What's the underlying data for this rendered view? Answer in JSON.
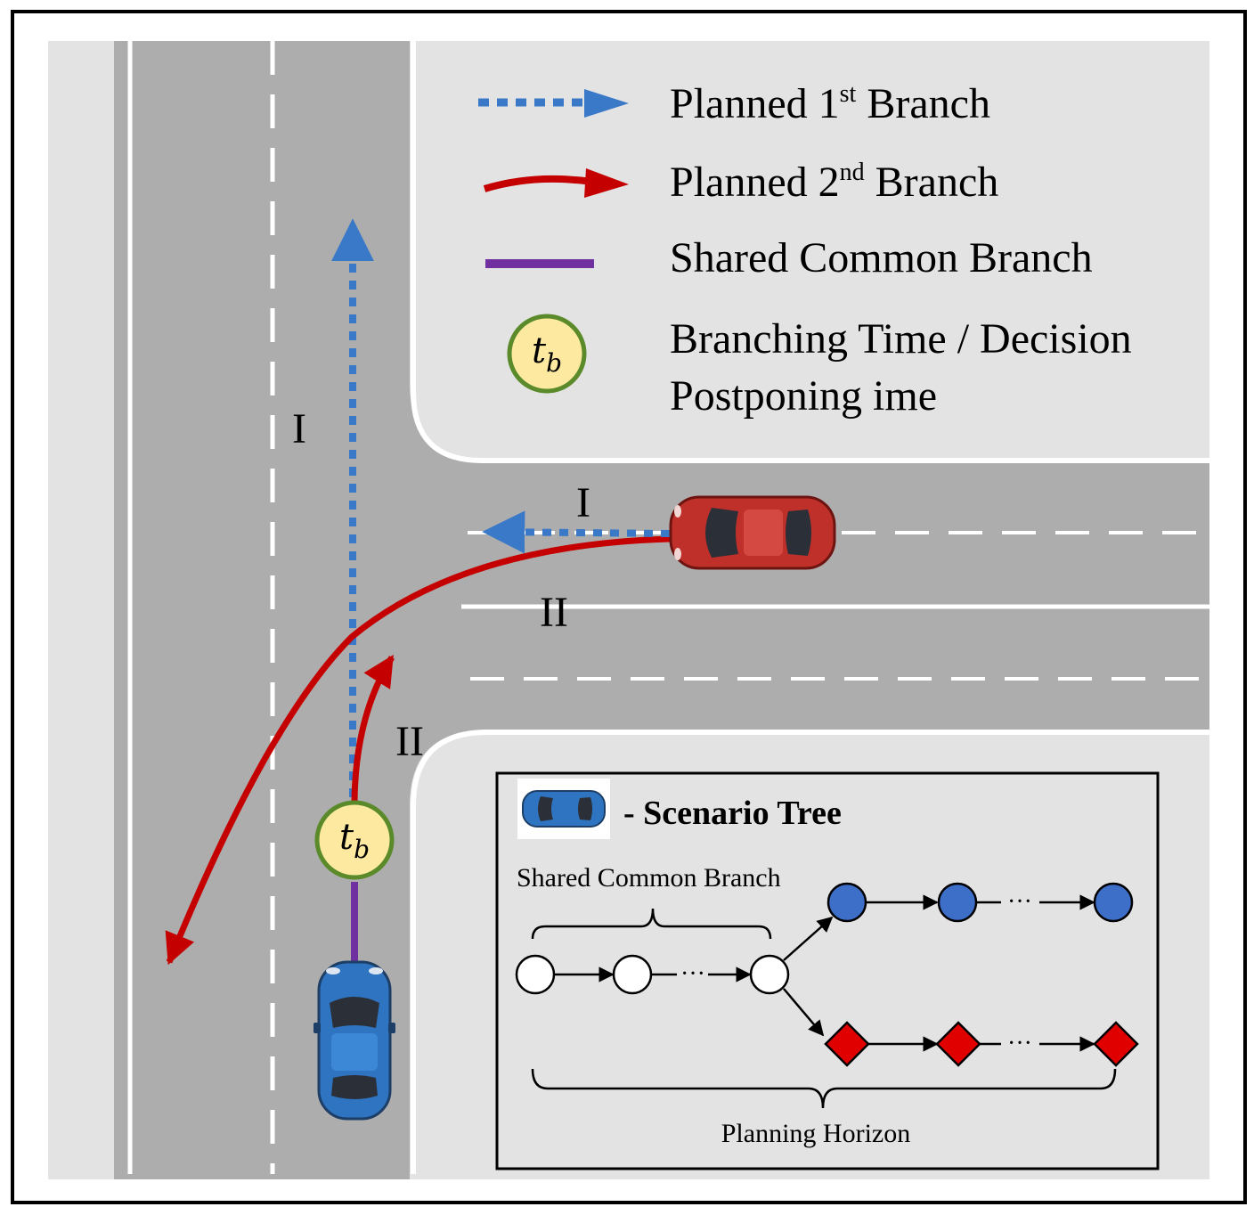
{
  "legend": {
    "item1_text": "Planned 1",
    "item1_sup": "st",
    "item1_tail": " Branch",
    "item2_text": "Planned 2",
    "item2_sup": "nd",
    "item2_tail": " Branch",
    "item3": "Shared Common Branch",
    "item4_line1": "Branching Time / Decision",
    "item4_line2": "Postponing ime"
  },
  "badge": {
    "base": "t",
    "sub": "b"
  },
  "labels": {
    "roman_one": "I",
    "roman_two": "II"
  },
  "inset": {
    "title": "- Scenario Tree",
    "shared_label": "Shared Common Branch",
    "horizon_label": "Planning  Horizon",
    "ellipsis": "···"
  },
  "colors": {
    "blue_branch": "#3a78c8",
    "red_branch": "#c40000",
    "shared_branch": "#7030a0",
    "badge_fill": "#fdeaa0",
    "badge_ring": "#5a8a2a",
    "blue_node": "#3d6fc8",
    "red_node": "#e00000",
    "road": "#adadad",
    "sidewalk": "#e3e3e3"
  }
}
